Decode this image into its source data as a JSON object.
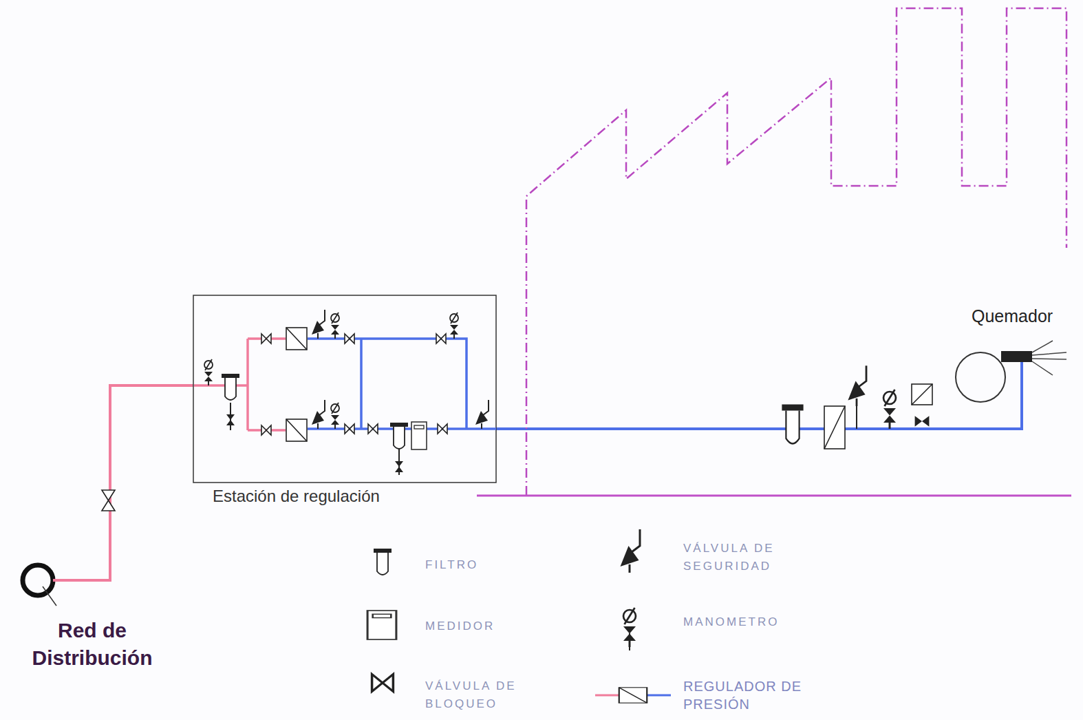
{
  "diagram": {
    "nodes": [
      {
        "text": [
          "Red de Distribución"
        ]
      },
      {
        "text": [
          "Estación de regulación"
        ]
      },
      {
        "text": [
          "Quemador"
        ]
      }
    ],
    "edges": [
      {
        "from": 0,
        "to": 1,
        "arrow": "none"
      },
      {
        "from": 1,
        "to": 2,
        "arrow": "none"
      }
    ],
    "legend": [
      {
        "text": "FILTRO"
      },
      {
        "text": "MEDIDOR"
      },
      {
        "text": "VÁLVULA DE BLOQUEO"
      },
      {
        "text": "VÁLVULA DE SEGURIDAD"
      },
      {
        "text": "MANOMETRO"
      },
      {
        "text": "REGULADOR DE PRESIÓN"
      }
    ]
  }
}
